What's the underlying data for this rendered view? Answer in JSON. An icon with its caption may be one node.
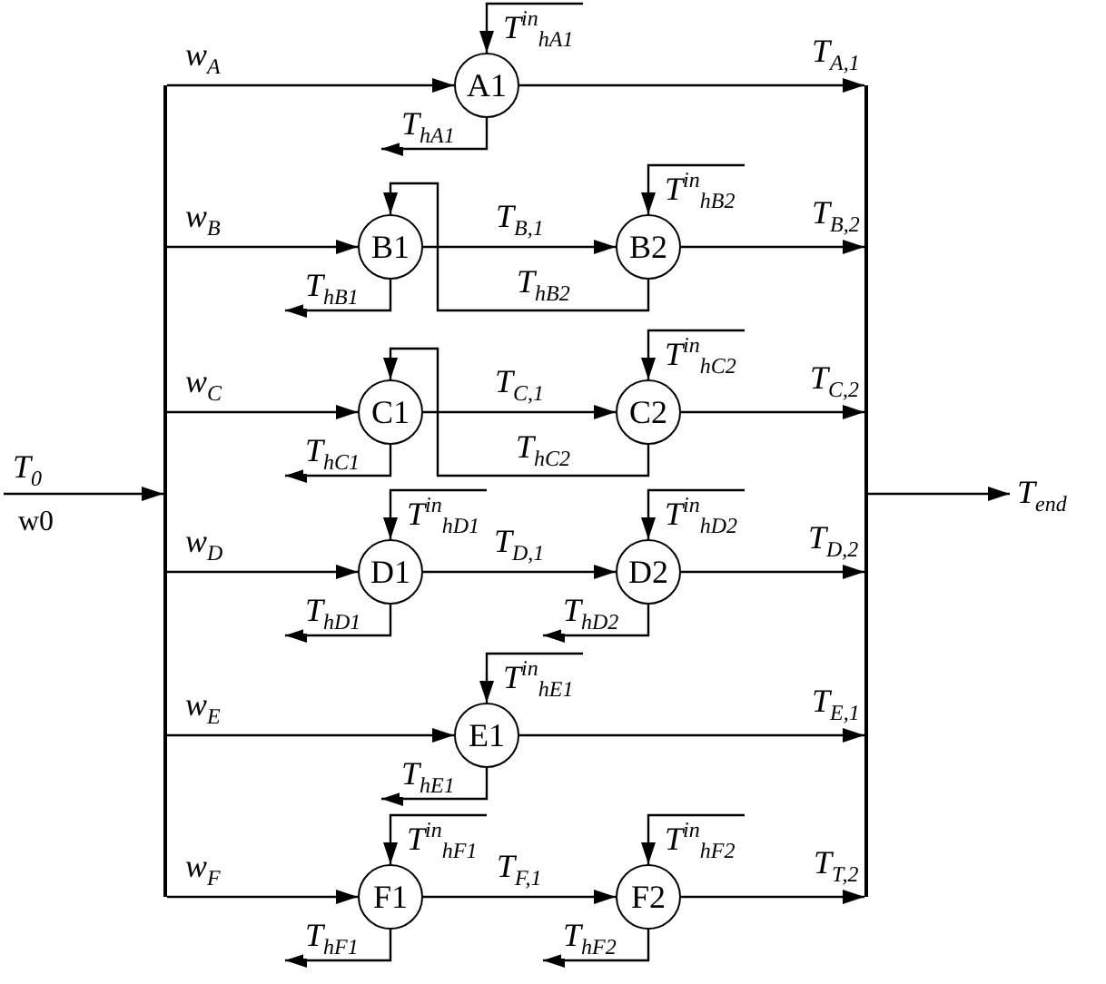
{
  "diagram": {
    "nodes": [
      {
        "text": [],
        "shape": "bar"
      },
      {
        "text": [],
        "shape": "bar"
      },
      {
        "text": [
          "A1"
        ]
      },
      {
        "text": [
          "B1"
        ]
      },
      {
        "text": [
          "B2"
        ]
      },
      {
        "text": [
          "C1"
        ]
      },
      {
        "text": [
          "C2"
        ]
      },
      {
        "text": [
          "D1"
        ]
      },
      {
        "text": [
          "D2"
        ]
      },
      {
        "text": [
          "E1"
        ]
      },
      {
        "text": [
          "F1"
        ]
      },
      {
        "text": [
          "F2"
        ]
      }
    ],
    "edges": [
      {
        "from": null,
        "to": 0,
        "arrow": "to",
        "label": "T$_{0}$"
      },
      {
        "from": 0,
        "to": 2,
        "arrow": "to",
        "label": "w$_{A}$"
      },
      {
        "from": null,
        "to": 2,
        "arrow": "to",
        "label": "T$^{in}$$_{hA1}$"
      },
      {
        "from": 2,
        "to": null,
        "arrow": "to",
        "label": "T$_{hA1}$"
      },
      {
        "from": 2,
        "to": 1,
        "arrow": "to",
        "label": "T$_{A,1}$"
      },
      {
        "from": 0,
        "to": 3,
        "arrow": "to",
        "label": "w$_{B}$"
      },
      {
        "from": null,
        "to": 4,
        "arrow": "to",
        "label": "T$^{in}$$_{hB2}$"
      },
      {
        "from": 4,
        "to": 3,
        "arrow": "to",
        "label": "T$_{hB2}$"
      },
      {
        "from": 3,
        "to": null,
        "arrow": "to",
        "label": "T$_{hB1}$"
      },
      {
        "from": 3,
        "to": 4,
        "arrow": "to",
        "label": "T$_{B,1}$"
      },
      {
        "from": 4,
        "to": 1,
        "arrow": "to",
        "label": "T$_{B,2}$"
      },
      {
        "from": 0,
        "to": 5,
        "arrow": "to",
        "label": "w$_{C}$"
      },
      {
        "from": null,
        "to": 6,
        "arrow": "to",
        "label": "T$^{in}$$_{hC2}$"
      },
      {
        "from": 6,
        "to": 5,
        "arrow": "to",
        "label": "T$_{hC2}$"
      },
      {
        "from": 5,
        "to": null,
        "arrow": "to",
        "label": "T$_{hC1}$"
      },
      {
        "from": 5,
        "to": 6,
        "arrow": "to",
        "label": "T$_{C,1}$"
      },
      {
        "from": 6,
        "to": 1,
        "arrow": "to",
        "label": "T$_{C,2}$"
      },
      {
        "from": 0,
        "to": 7,
        "arrow": "to",
        "label": "w$_{D}$"
      },
      {
        "from": null,
        "to": 7,
        "arrow": "to",
        "label": "T$^{in}$$_{hD1}$"
      },
      {
        "from": 7,
        "to": null,
        "arrow": "to",
        "label": "T$_{hD1}$"
      },
      {
        "from": 7,
        "to": 8,
        "arrow": "to",
        "label": "T$_{D,1}$"
      },
      {
        "from": null,
        "to": 8,
        "arrow": "to",
        "label": "T$^{in}$$_{hD2}$"
      },
      {
        "from": 8,
        "to": null,
        "arrow": "to",
        "label": "T$_{hD2}$"
      },
      {
        "from": 8,
        "to": 1,
        "arrow": "to",
        "label": "T$_{D,2}$"
      },
      {
        "from": 0,
        "to": 9,
        "arrow": "to",
        "label": "w$_{E}$"
      },
      {
        "from": null,
        "to": 9,
        "arrow": "to",
        "label": "T$^{in}$$_{hE1}$"
      },
      {
        "from": 9,
        "to": null,
        "arrow": "to",
        "label": "T$_{hE1}$"
      },
      {
        "from": 9,
        "to": 1,
        "arrow": "to",
        "label": "T$_{E,1}$"
      },
      {
        "from": 0,
        "to": 10,
        "arrow": "to",
        "label": "w$_{F}$"
      },
      {
        "from": null,
        "to": 10,
        "arrow": "to",
        "label": "T$^{in}$$_{hF1}$"
      },
      {
        "from": 10,
        "to": null,
        "arrow": "to",
        "label": "T$_{hF1}$"
      },
      {
        "from": 10,
        "to": 11,
        "arrow": "to",
        "label": "T$_{F,1}$"
      },
      {
        "from": null,
        "to": 11,
        "arrow": "to",
        "label": "T$^{in}$$_{hF2}$"
      },
      {
        "from": 11,
        "to": null,
        "arrow": "to",
        "label": "T$_{hF2}$"
      },
      {
        "from": 11,
        "to": 1,
        "arrow": "to",
        "label": "T$_{T,2}$"
      },
      {
        "from": 1,
        "to": null,
        "arrow": "to",
        "label": "T$_{end}$"
      }
    ],
    "labels": [
      "w0"
    ]
  }
}
